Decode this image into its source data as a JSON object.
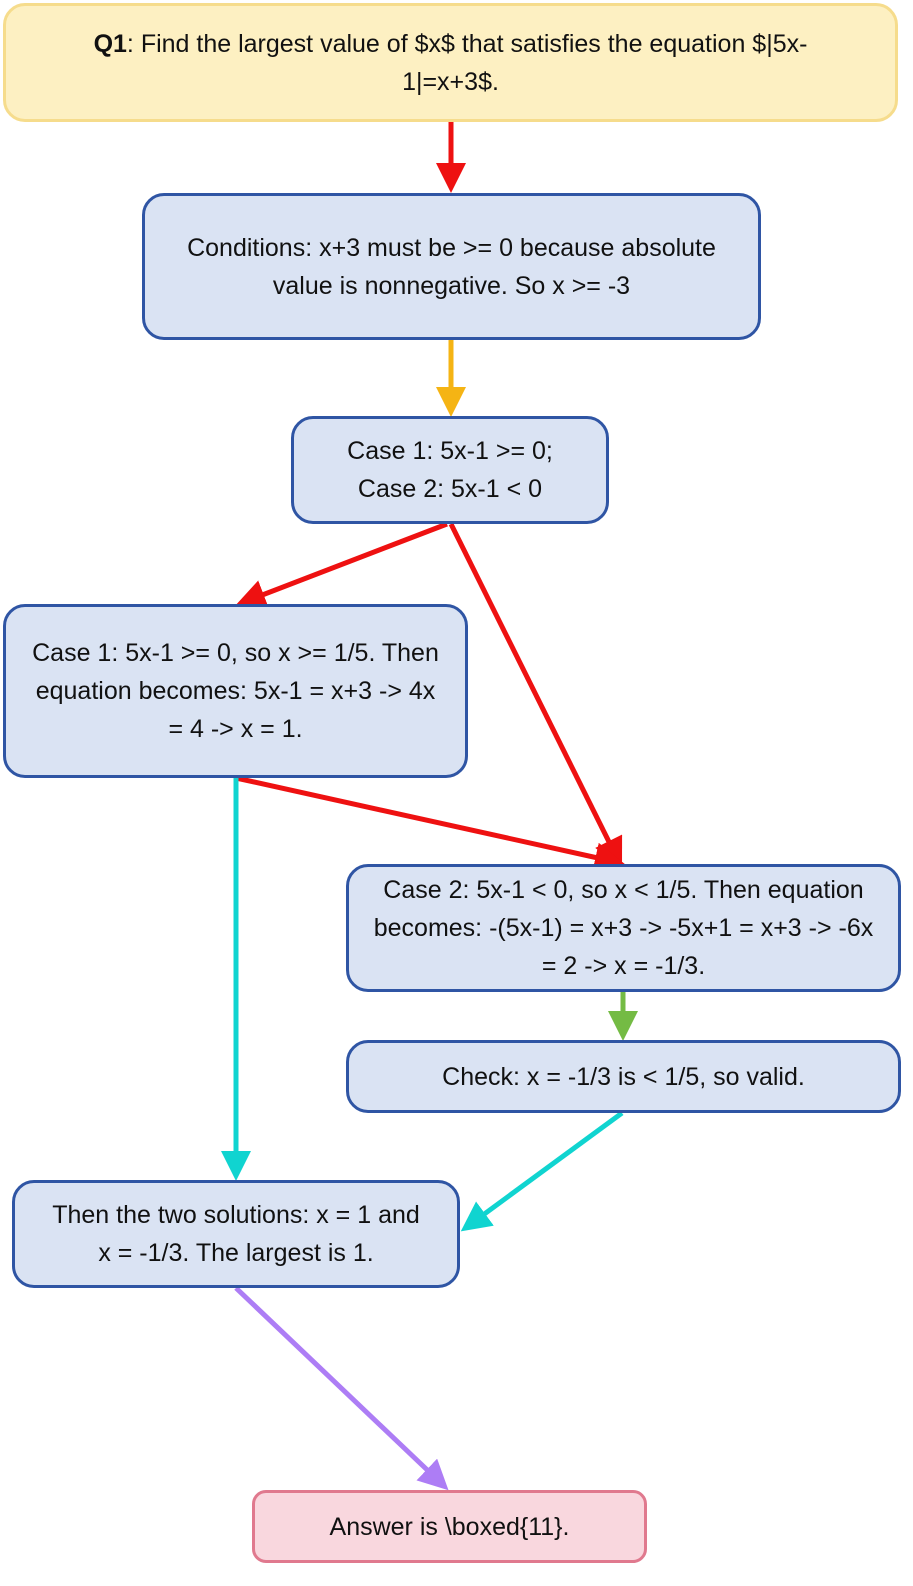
{
  "question": {
    "label": "Q1",
    "text": ": Find the largest value of $x$ that satisfies the equation $|5x-1|=x+3$."
  },
  "nodes": {
    "conditions": "Conditions: x+3 must be >= 0 because absolute value is nonnegative. So x >= -3",
    "cases": [
      "Case 1: 5x-1 >= 0;",
      "Case 2: 5x-1 < 0"
    ],
    "case1": "Case 1: 5x-1 >= 0, so x >= 1/5. Then equation becomes: 5x-1 = x+3 -> 4x = 4 -> x = 1.",
    "case2": "Case 2: 5x-1 < 0, so x < 1/5. Then equation becomes: -(5x-1) = x+3 -> -5x+1 = x+3 -> -6x = 2 -> x = -1/3.",
    "check": "Check: x = -1/3 is < 1/5, so valid.",
    "solutions": "Then the two solutions: x = 1 and x = -1/3. The largest is 1.",
    "answer": "Answer is \\boxed{11}."
  },
  "edge_colors": {
    "red": "#ee1111",
    "orange": "#f5b414",
    "cyan": "#10d4d0",
    "green": "#74bb44",
    "purple": "#ad7df5"
  }
}
